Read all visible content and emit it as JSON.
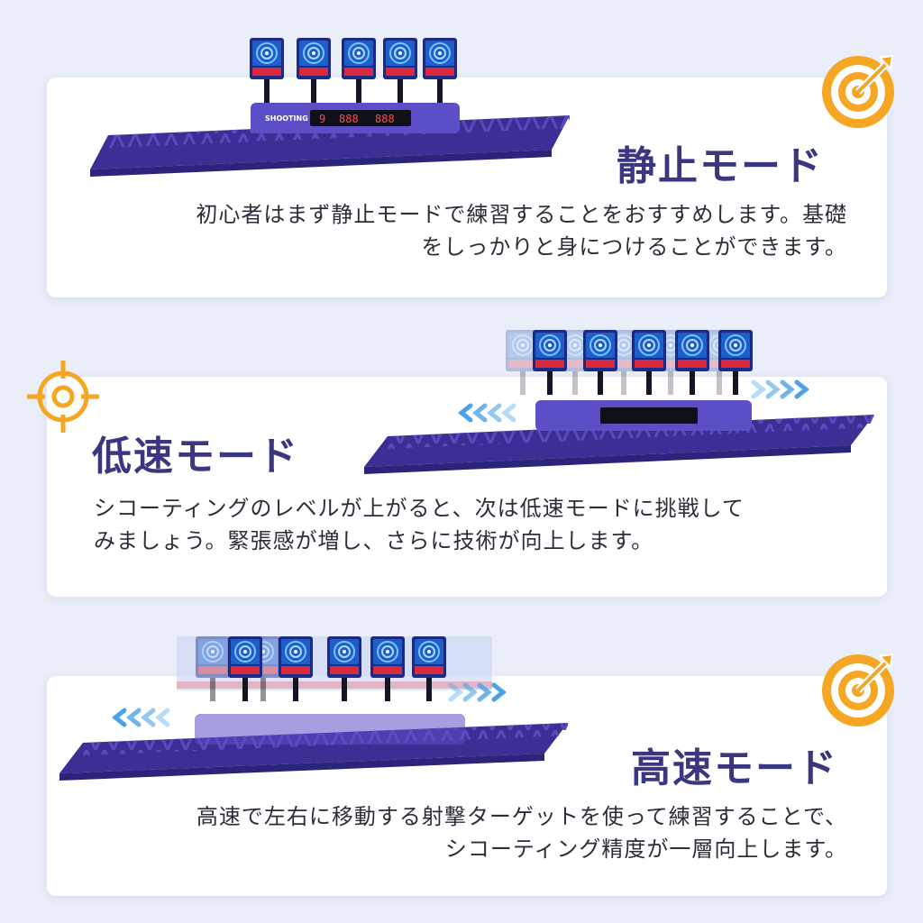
{
  "modes": [
    {
      "title": "静止モード",
      "lines": [
        "初心者はまず静止モードで練習することをおすすめします。基礎",
        "をしっかりと身につけることができます。"
      ],
      "icon": "target-arrow-icon"
    },
    {
      "title": "低速モード",
      "lines": [
        "シコーティングのレベルが上がると、次は低速モードに挑戦して",
        "みましょう。緊張感が増し、さらに技術が向上します。"
      ],
      "icon": "crosshair-icon"
    },
    {
      "title": "高速モード",
      "lines": [
        "高速で左右に移動する射撃ターゲットを使って練習することで、",
        "シコーティング精度が一層向上します。"
      ],
      "icon": "target-arrow-icon"
    }
  ],
  "product": {
    "target_label": "SHOOTING",
    "brand_label": "SHOOTING",
    "score_left": "9",
    "score_mid": "888",
    "score_right": "888"
  },
  "colors": {
    "accent_orange": "#f5a623",
    "title_navy": "#3a3780",
    "track_purple": "#4a3aa8",
    "motion_arrow_blue": "#4aa3e8"
  }
}
